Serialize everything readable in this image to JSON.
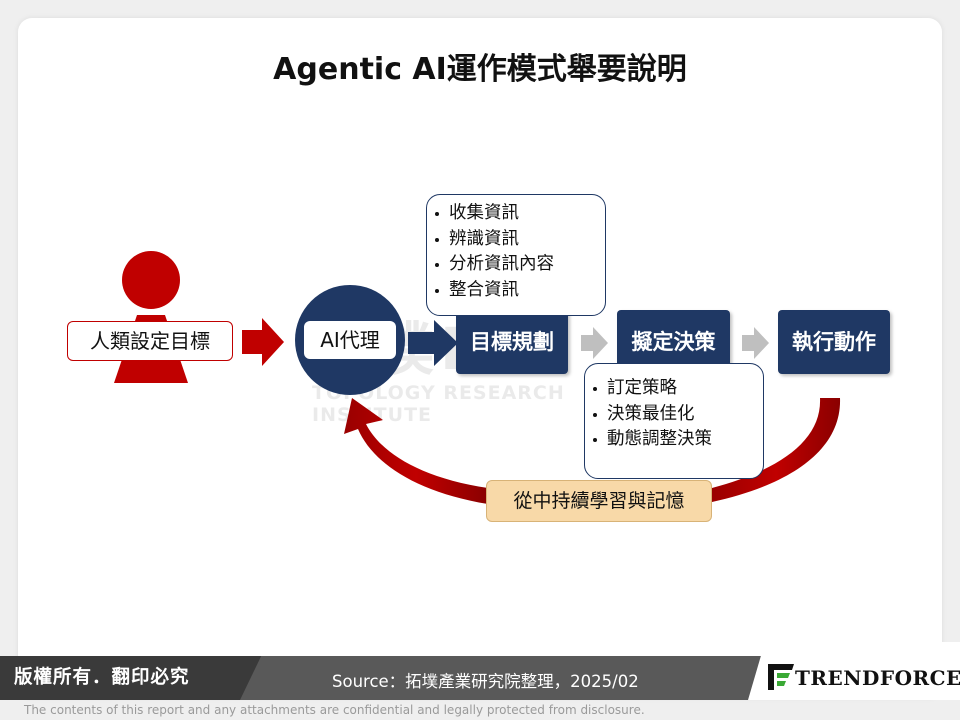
{
  "title": "Agentic AI運作模式舉要說明",
  "watermark": {
    "cn": "拓墣IT",
    "en": "TOPOLOGY RESEARCH INSTITUTE"
  },
  "human_goal": "人類設定目標",
  "agent": "AI代理",
  "steps": [
    "目標規劃",
    "擬定決策",
    "執行動作"
  ],
  "planning_bullets": [
    "收集資訊",
    "辨識資訊",
    "分析資訊內容",
    "整合資訊"
  ],
  "decision_bullets": [
    "訂定策略",
    "決策最佳化",
    "動態調整決策"
  ],
  "feedback": "從中持續學習與記憶",
  "footer": {
    "copyright": "版權所有．翻印必究",
    "source": "Source：拓墣產業研究院整理，2025/02",
    "brand": "TRENDFORCE",
    "disclaimer": "The contents of this report and any attachments are confidential and legally protected from disclosure."
  },
  "colors": {
    "red": "#c00000",
    "navy": "#1f3864",
    "memory_fill": "#f8d9a8",
    "gray_arrow": "#bfbfbf",
    "brand_green": "#3aa935"
  },
  "icons": [
    "person-icon",
    "trendforce-logo-icon"
  ]
}
